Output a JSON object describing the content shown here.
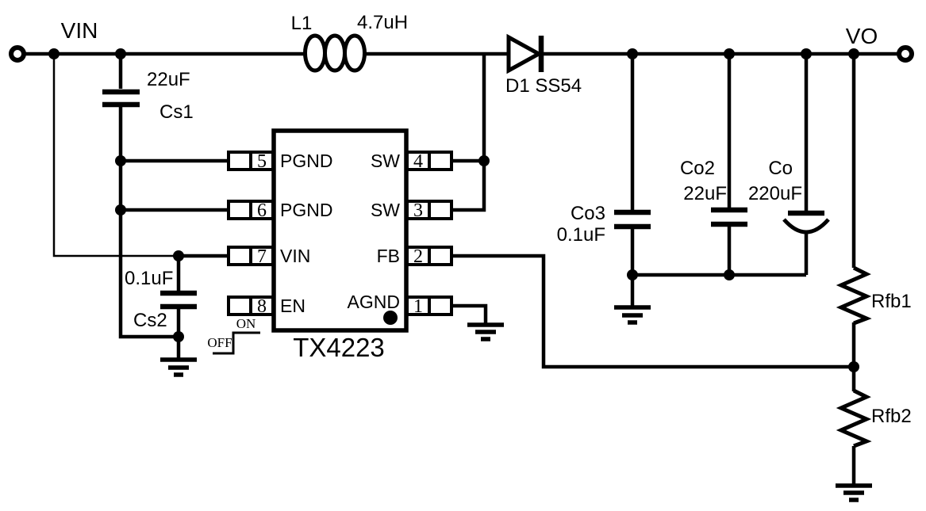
{
  "schematic": {
    "input": {
      "net": "VIN"
    },
    "output": {
      "net": "VO"
    },
    "inductor": {
      "ref": "L1",
      "value": "4.7uH"
    },
    "diode": {
      "label": "D1 SS54"
    },
    "capacitors": {
      "cs1": {
        "value": "22uF",
        "ref": "Cs1"
      },
      "cs2": {
        "value": "0.1uF",
        "ref": "Cs2"
      },
      "co3": {
        "ref": "Co3",
        "value": "0.1uF"
      },
      "co2": {
        "ref": "Co2",
        "value": "22uF"
      },
      "co": {
        "ref": "Co",
        "value": "220uF"
      }
    },
    "resistors": {
      "rfb1": {
        "ref": "Rfb1"
      },
      "rfb2": {
        "ref": "Rfb2"
      }
    },
    "ic": {
      "part": "TX4223",
      "left_pins": [
        {
          "num": "5",
          "name": "PGND"
        },
        {
          "num": "6",
          "name": "PGND"
        },
        {
          "num": "7",
          "name": "VIN"
        },
        {
          "num": "8",
          "name": "EN"
        }
      ],
      "right_pins": [
        {
          "num": "4",
          "name": "SW"
        },
        {
          "num": "3",
          "name": "SW"
        },
        {
          "num": "2",
          "name": "FB"
        },
        {
          "num": "1",
          "name": "AGND"
        }
      ]
    },
    "enable_waveform": {
      "high_label": "ON",
      "low_label": "OFF"
    },
    "colors": {
      "ink": "#000000",
      "background": "#ffffff"
    }
  }
}
